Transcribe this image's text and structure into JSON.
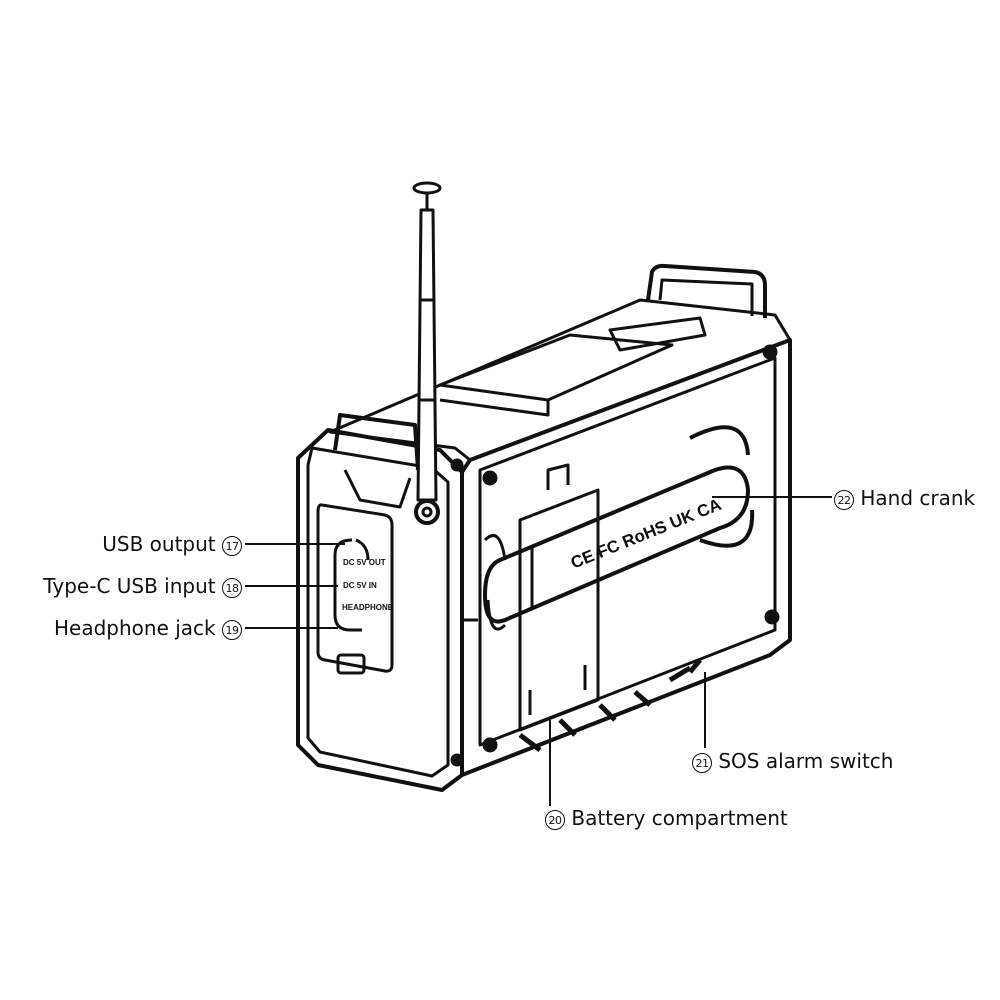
{
  "callouts": [
    {
      "number": "17",
      "label": "USB output"
    },
    {
      "number": "18",
      "label": "Type-C USB input"
    },
    {
      "number": "19",
      "label": "Headphone jack"
    },
    {
      "number": "20",
      "label": "Battery compartment"
    },
    {
      "number": "21",
      "label": "SOS alarm switch"
    },
    {
      "number": "22",
      "label": "Hand crank"
    }
  ],
  "port_labels": [
    "DC 5V OUT",
    "DC 5V IN",
    "HEADPHONE"
  ],
  "certification_marks": "CE FC RoHS UK CA"
}
